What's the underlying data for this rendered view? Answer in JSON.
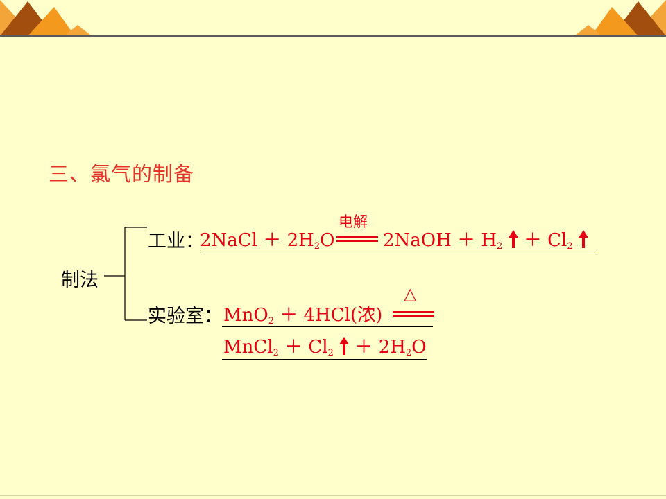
{
  "heading": "三、氯气的制备",
  "root_label": "制法",
  "industrial": {
    "label": "工业：",
    "lhs": [
      "2NaCl",
      "＋",
      "2H",
      "2",
      "O"
    ],
    "condition": "电解",
    "rhs": [
      "2NaOH",
      "＋",
      "H",
      "2",
      "＋",
      "Cl",
      "2"
    ]
  },
  "lab": {
    "label": "实验室：",
    "lhs": [
      "MnO",
      "2",
      "＋",
      "4HCl",
      "(浓)"
    ],
    "condition": "△",
    "rhs": [
      "MnCl",
      "2",
      "＋",
      "Cl",
      "2",
      "＋",
      "2H",
      "2",
      "O"
    ]
  },
  "colors": {
    "accent": "#e60012",
    "heading": "#e5332a",
    "background": "#ffffcc",
    "deco_orange": "#f39a1e",
    "deco_brown": "#9c4a0c"
  }
}
